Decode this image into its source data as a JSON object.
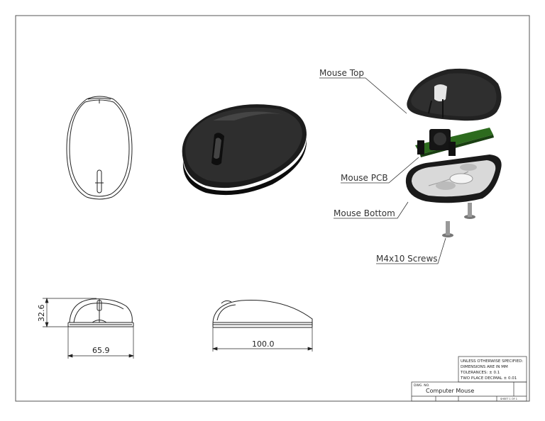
{
  "callouts": {
    "mouse_top": "Mouse Top",
    "mouse_pcb": "Mouse PCB",
    "mouse_bottom": "Mouse Bottom",
    "screws": "M4x10 Screws"
  },
  "dimensions": {
    "height": "32.6",
    "width": "65.9",
    "length": "100.0"
  },
  "title_block": {
    "notes": [
      "UNLESS OTHERWISE SPECIFIED:",
      "DIMENSIONS ARE IN MM",
      "TOLERANCES: ± 0.1",
      "TWO PLACE DECIMAL   ± 0.01"
    ],
    "dwg_no_label": "DWG. NO.",
    "title": "Computer Mouse",
    "sheet": "SHEET 1 OF 1"
  }
}
